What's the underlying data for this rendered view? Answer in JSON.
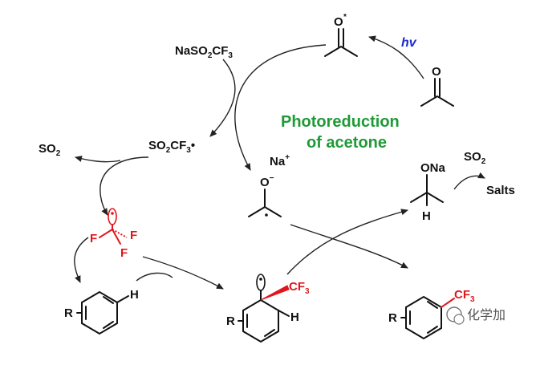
{
  "diagram": {
    "title_line1": "Photoreduction",
    "title_line2": "of acetone",
    "hv": "hv",
    "acetone_O": "O",
    "excited_O": "O",
    "excited_mark": "*",
    "reagent": {
      "a": "NaSO",
      "s2": "2",
      "b": "CF",
      "s3": "3"
    },
    "radical": {
      "a": "SO",
      "s2": "2",
      "b": "CF",
      "s3": "3",
      "dot": "•"
    },
    "so2_left": {
      "a": "SO",
      "s": "2"
    },
    "so2_right": {
      "a": "SO",
      "s": "2"
    },
    "salts": "Salts",
    "ketyl_na": "Na",
    "ketyl_plus": "+",
    "ketyl_o": "O",
    "ketyl_minus": "−",
    "alkoxide_ona": "ONa",
    "alkoxide_h": "H",
    "f1": "F",
    "f2": "F",
    "f3": "F",
    "arene_r": "R",
    "arene_h": "H",
    "inter_r": "R",
    "inter_cf3": "CF",
    "inter_cf3_s": "3",
    "inter_h": "H",
    "product_r": "R",
    "product_cf3": "CF",
    "product_cf3_s": "3",
    "watermark": "化学加"
  },
  "colors": {
    "title": "#1e9a36",
    "hv": "#1a2bd0",
    "cf3": "#e0161c",
    "ink": "#111111"
  }
}
